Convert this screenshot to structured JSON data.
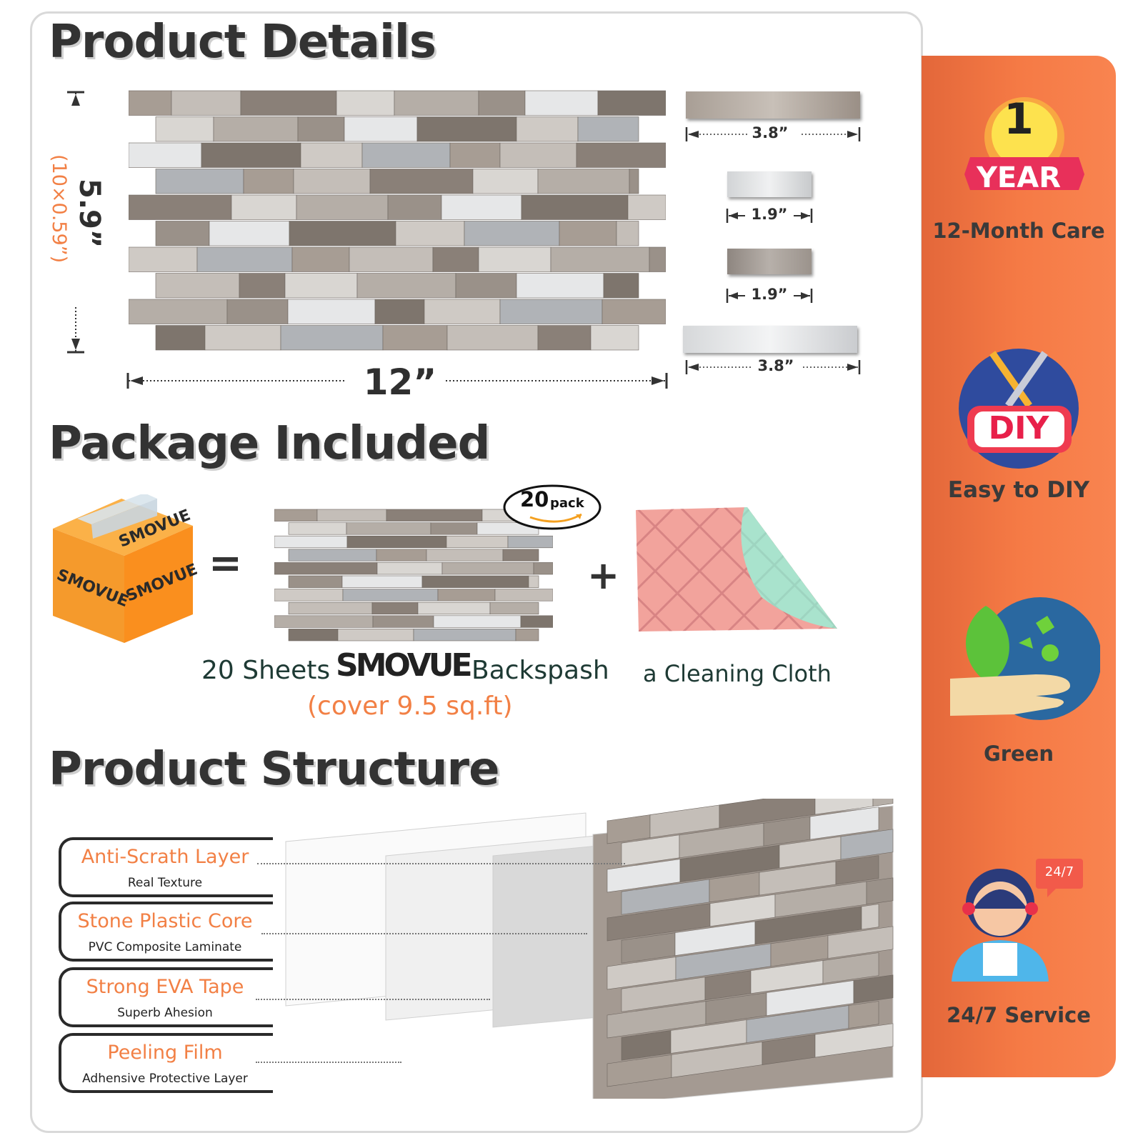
{
  "sections": {
    "details_title": "Product  Details",
    "package_title": "Package Included",
    "structure_title": "Product Structure"
  },
  "dimensions": {
    "height": "5.9”",
    "height_detail": "(10×0.59”)",
    "width": "12”",
    "piece_1": "3.8”",
    "piece_2": "1.9”",
    "piece_3": "1.9”",
    "piece_4": "3.8”"
  },
  "package": {
    "badge_number": "20",
    "badge_text": "pack",
    "sheets_prefix": "20 Sheets",
    "brand": "SMOVUE",
    "sheets_suffix": "Backspash",
    "coverage": "(cover 9.5 sq.ft)",
    "cloth": "a Cleaning Cloth",
    "equals": "=",
    "plus": "+"
  },
  "layers": [
    {
      "title": "Anti-Scrath Layer",
      "subtitle": "Real Texture"
    },
    {
      "title": "Stone Plastic Core",
      "subtitle": "PVC Composite Laminate"
    },
    {
      "title": "Strong EVA Tape",
      "subtitle": "Superb Ahesion"
    },
    {
      "title": "Peeling Film",
      "subtitle": "Adhensive Protective Layer"
    }
  ],
  "sidebar": {
    "warranty_number": "1",
    "warranty_year": "YEAR",
    "warranty_label": "12-Month Care",
    "diy_badge": "DIY",
    "diy_label": "Easy to DIY",
    "green_label": "Green",
    "service_badge": "24/7",
    "service_label": "24/7 Service"
  },
  "colors": {
    "accent": "#f28045",
    "sidebar": "#f57a45",
    "title": "#333333",
    "text_dark": "#1e3a34"
  }
}
